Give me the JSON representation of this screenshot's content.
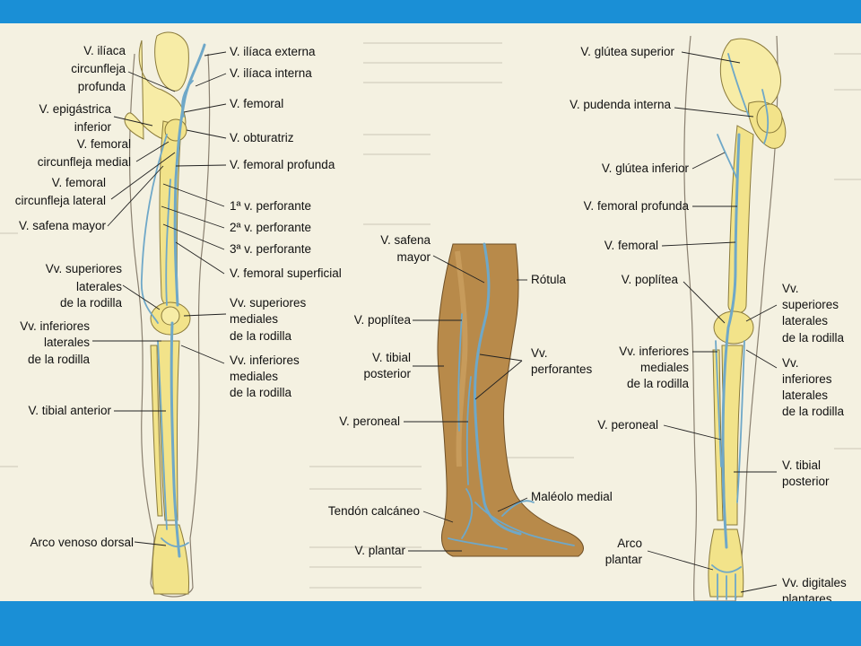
{
  "colors": {
    "frame_blue": "#1a8fd6",
    "page_bg": "#f4f1e1",
    "bone_yellow": "#f2e38a",
    "vein_blue": "#6fa8c8",
    "leg_brown": "#b88a4a"
  },
  "anterior_view": {
    "left_labels": [
      "V. ilíaca",
      "circunfleja",
      "profunda",
      "V. epigástrica",
      "inferior",
      "V. femoral",
      "circunfleja medial",
      "V. femoral",
      "circunfleja lateral",
      "V. safena mayor",
      "Vv. superiores",
      "laterales",
      "de la rodilla",
      "Vv. inferiores",
      "laterales",
      "de la rodilla",
      "V. tibial anterior",
      "Arco venoso dorsal"
    ],
    "right_labels": [
      "V. ilíaca externa",
      "V. ilíaca interna",
      "V. femoral",
      "V. obturatriz",
      "V. femoral profunda",
      "1ª v. perforante",
      "2ª v. perforante",
      "3ª v. perforante",
      "V. femoral superficial",
      "Vv. superiores",
      "mediales",
      "de la rodilla",
      "Vv. inferiores",
      "mediales",
      "de la rodilla"
    ]
  },
  "medial_view": {
    "labels": [
      "V. safena",
      "mayor",
      "Rótula",
      "V. poplítea",
      "V. tibial",
      "posterior",
      "Vv.",
      "perforantes",
      "V. peroneal",
      "Maléolo medial",
      "Tendón calcáneo",
      "V. plantar"
    ]
  },
  "posterior_view": {
    "labels": [
      "V. glútea superior",
      "V. pudenda interna",
      "V. glútea inferior",
      "V. femoral profunda",
      "V. femoral",
      "V. poplítea",
      "Vv.",
      "superiores",
      "laterales",
      "de la rodilla",
      "Vv. inferiores",
      "mediales",
      "de la rodilla",
      "Vv.",
      "inferiores",
      "laterales",
      "de la rodilla",
      "V. peroneal",
      "V. tibial",
      "posterior",
      "Arco",
      "plantar",
      "Vv. digitales",
      "plantares"
    ]
  }
}
